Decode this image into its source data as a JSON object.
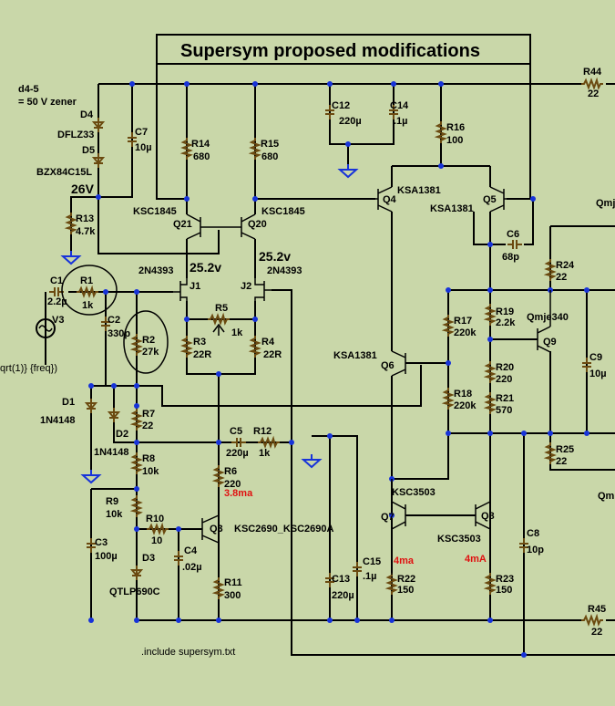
{
  "title": "Supersym proposed modifications",
  "notes": {
    "zener": "d4-5",
    "zener_value": "= 50 V zener",
    "include": ".include supersym.txt",
    "source_expr": "qrt(1)}  {freq})"
  },
  "voltages": {
    "v26": "26V",
    "v252a": "25.2v",
    "v252b": "25.2v"
  },
  "currents": {
    "i_q3": "3.8ma",
    "i_q7": "4ma",
    "i_q8": "4mA"
  },
  "edge_labels": {
    "qmj1": "Qmj",
    "qmj2": "Qm"
  },
  "components": {
    "D4": {
      "ref": "D4",
      "val": "DFLZ33"
    },
    "D5": {
      "ref": "D5",
      "val": "BZX84C15L"
    },
    "C7": {
      "ref": "C7",
      "val": "10µ"
    },
    "R13": {
      "ref": "R13",
      "val": "4.7k"
    },
    "C1": {
      "ref": "C1",
      "val": "2.2µ"
    },
    "R1": {
      "ref": "R1",
      "val": "1k"
    },
    "V3": {
      "ref": "V3"
    },
    "C2": {
      "ref": "C2",
      "val": "330p"
    },
    "R2": {
      "ref": "R2",
      "val": "27k"
    },
    "D1": {
      "ref": "D1",
      "val": "1N4148"
    },
    "D2": {
      "ref": "D2",
      "val": "1N4148"
    },
    "R7": {
      "ref": "R7",
      "val": "22"
    },
    "R8": {
      "ref": "R8",
      "val": "10k"
    },
    "R9": {
      "ref": "R9",
      "val": "10k"
    },
    "R10": {
      "ref": "R10",
      "val": "10"
    },
    "C3": {
      "ref": "C3",
      "val": "100µ"
    },
    "D3": {
      "ref": "D3",
      "val": "QTLP690C"
    },
    "C4": {
      "ref": "C4",
      "val": ".02µ"
    },
    "Q3": {
      "ref": "Q3",
      "val": "KSC2690_KSC2690A"
    },
    "R11": {
      "ref": "R11",
      "val": "300"
    },
    "R6": {
      "ref": "R6",
      "val": "220"
    },
    "C5": {
      "ref": "C5",
      "val": "220µ"
    },
    "R12": {
      "ref": "R12",
      "val": "1k"
    },
    "R14": {
      "ref": "R14",
      "val": "680"
    },
    "R15": {
      "ref": "R15",
      "val": "680"
    },
    "Q21": {
      "ref": "Q21",
      "val": "KSC1845"
    },
    "Q20": {
      "ref": "Q20",
      "val": "KSC1845"
    },
    "J1": {
      "ref": "J1",
      "val": "2N4393"
    },
    "J2": {
      "ref": "J2",
      "val": "2N4393"
    },
    "R5": {
      "ref": "R5",
      "val": "1k"
    },
    "R3": {
      "ref": "R3",
      "val": "22R"
    },
    "R4": {
      "ref": "R4",
      "val": "22R"
    },
    "C12": {
      "ref": "C12",
      "val": "220µ"
    },
    "C14": {
      "ref": "C14",
      "val": ".1µ"
    },
    "R16": {
      "ref": "R16",
      "val": "100"
    },
    "Q4": {
      "ref": "Q4",
      "val": "KSA1381"
    },
    "Q5": {
      "ref": "Q5",
      "val": "KSA1381"
    },
    "C6": {
      "ref": "C6",
      "val": "68p"
    },
    "R44": {
      "ref": "R44",
      "val": "22"
    },
    "R24": {
      "ref": "R24",
      "val": "22"
    },
    "R19": {
      "ref": "R19",
      "val": "2.2k"
    },
    "Q9": {
      "ref": "Q9",
      "val": "Qmje340"
    },
    "R17": {
      "ref": "R17",
      "val": "220k"
    },
    "R20": {
      "ref": "R20",
      "val": "220"
    },
    "R21": {
      "ref": "R21",
      "val": "570"
    },
    "R18": {
      "ref": "R18",
      "val": "220k"
    },
    "C9": {
      "ref": "C9",
      "val": "10µ"
    },
    "Q6": {
      "ref": "Q6",
      "val": "KSA1381"
    },
    "R25": {
      "ref": "R25",
      "val": "22"
    },
    "Q7": {
      "ref": "Q7",
      "val": "KSC3503"
    },
    "Q8": {
      "ref": "Q8",
      "val": "KSC3503"
    },
    "C8": {
      "ref": "C8",
      "val": "10p"
    },
    "C13": {
      "ref": "C13",
      "val": "220µ"
    },
    "C15": {
      "ref": "C15",
      "val": ".1µ"
    },
    "R22": {
      "ref": "R22",
      "val": "150"
    },
    "R23": {
      "ref": "R23",
      "val": "150"
    },
    "R45": {
      "ref": "R45",
      "val": "22"
    }
  }
}
